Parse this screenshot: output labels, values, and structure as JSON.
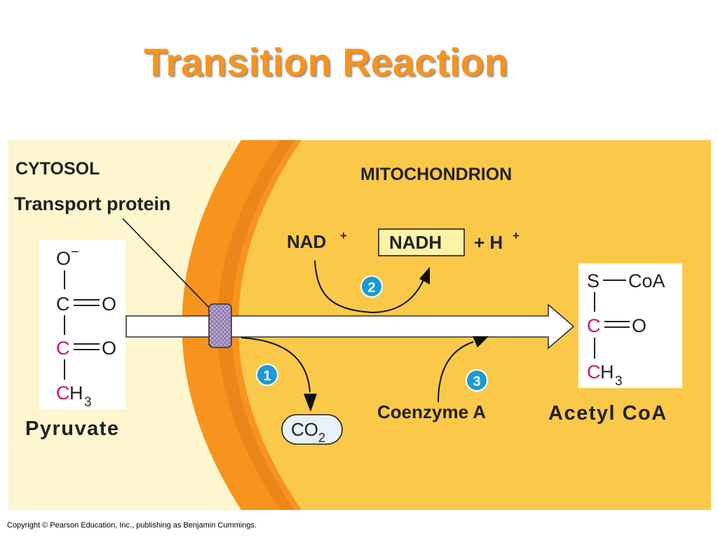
{
  "title": "Transition Reaction",
  "regions": {
    "cytosol": "CYTOSOL",
    "mitochondrion": "MITOCHONDRION"
  },
  "transport_protein_label": "Transport protein",
  "pyruvate": {
    "atoms": {
      "o_minus": "O",
      "c1": "C",
      "o1": "O",
      "c2": "C",
      "o2": "O",
      "ch3_c": "C",
      "ch3_h": "H",
      "ch3_sub": "3"
    },
    "charge": "−",
    "name": "Pyruvate"
  },
  "acetyl_coa": {
    "atoms": {
      "s": "S",
      "coa": "CoA",
      "c": "C",
      "o": "O",
      "ch3_c": "C",
      "ch3_h": "H",
      "ch3_sub": "3"
    },
    "name": "Acetyl CoA"
  },
  "reaction": {
    "nad_plus": "NAD",
    "plus_sup": "+",
    "nadh": "NADH",
    "h_plus": "+ H",
    "co2_main": "CO",
    "co2_sub": "2",
    "coenzyme_a": "Coenzyme A"
  },
  "steps": [
    "1",
    "2",
    "3"
  ],
  "copyright": "Copyright © Pearson Education, Inc., publishing as Benjamin Cummings.",
  "colors": {
    "title": "#f7941d",
    "cytosol_bg": "#fef6cf",
    "mito_bg": "#fbc94a",
    "membrane": "#f7941d",
    "magenta_carbon": "#c8157a",
    "step_badge": "#1b9ad6",
    "protein": "#b9a8cf"
  }
}
